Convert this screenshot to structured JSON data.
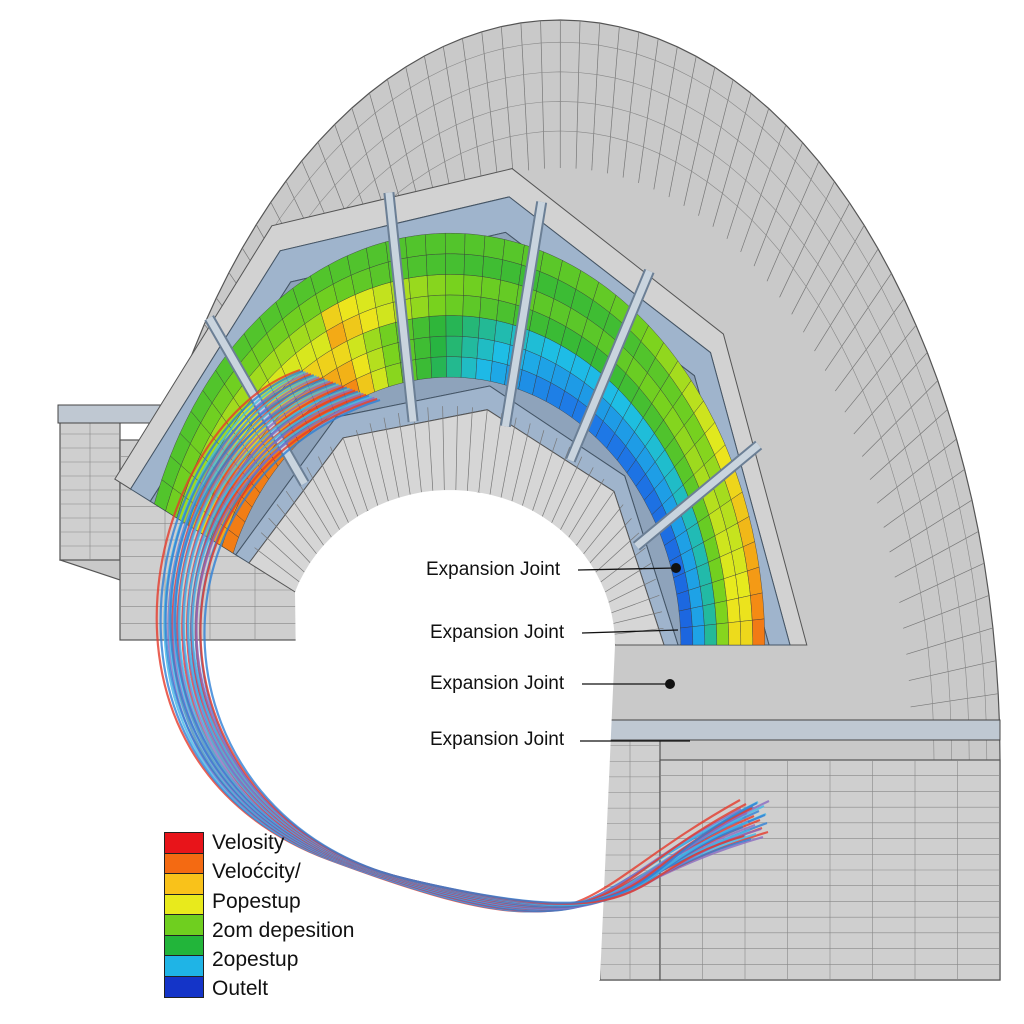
{
  "callouts": [
    {
      "label": "Expansion Joint"
    },
    {
      "label": "Expansion Joint"
    },
    {
      "label": "Expansion Joint"
    },
    {
      "label": "Expansion Joint"
    }
  ],
  "legend": {
    "items": [
      {
        "label": "Velosity",
        "color": "#e8141a"
      },
      {
        "label": "Veloćcity/",
        "color": "#f46a12"
      },
      {
        "label": "Popestup",
        "color": "#f9c21a"
      },
      {
        "label": "",
        "color": "#e8ea1c"
      },
      {
        "label": "2om depesition",
        "color": "#6fcf1f"
      },
      {
        "label": "",
        "color": "#22b53a"
      },
      {
        "label": "2opestup",
        "color": "#1fb4e6"
      },
      {
        "label": "Outelt",
        "color": "#1434c8"
      }
    ]
  },
  "colors": {
    "structure_gray": "#c9c9c9",
    "frame_blue": "#9fb4cc",
    "stream_red": "#e53a2a",
    "stream_blue": "#2e7fd6",
    "stream_cyan": "#43b8e6",
    "stream_purple": "#8a6ac0"
  }
}
